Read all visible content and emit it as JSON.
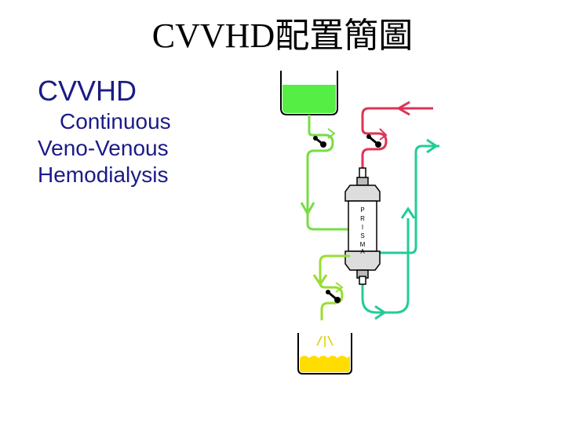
{
  "title": "CVVHD配置簡圖",
  "text": {
    "abbr": "CVVHD",
    "line1": "Continuous",
    "line2": "Veno-Venous",
    "line3": "Hemodialysis"
  },
  "filter_letters": [
    "P",
    "R",
    "I",
    "S",
    "M",
    "A"
  ],
  "colors": {
    "dialysate": "#55ee44",
    "blood_in": "#dd3355",
    "blood_return": "#22cc99",
    "effluent": "#ffdd00",
    "text_body": "#1b1b87"
  }
}
